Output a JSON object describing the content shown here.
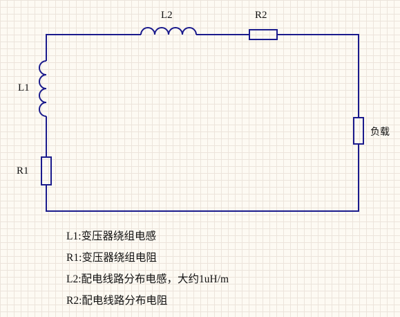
{
  "components": {
    "L1": "L1",
    "L2": "L2",
    "R1": "R1",
    "R2": "R2",
    "load": "负载"
  },
  "notes": [
    "L1:变压器绕组电感",
    "R1:变压器绕组电阻",
    "L2:配电线路分布电感，大约1uH/m",
    "R2:配电线路分布电阻"
  ],
  "colors": {
    "wire": "#1a1a8c",
    "background": "#fdfaf3",
    "grid": "#ece4db"
  }
}
